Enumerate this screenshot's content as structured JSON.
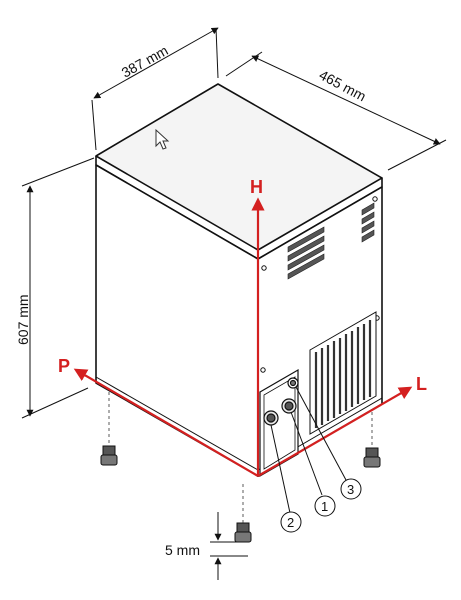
{
  "dimensions": {
    "width": "387 mm",
    "depth": "465 mm",
    "height": "607 mm",
    "foot_adjust": "5 mm"
  },
  "axes": {
    "height_label": "H",
    "left_label": "P",
    "right_label": "L"
  },
  "callouts": [
    "1",
    "2",
    "3"
  ],
  "colors": {
    "axis_red": "#d42020",
    "line": "#111111",
    "body_fill": "#ffffff",
    "top_fill": "#f4f4f4"
  },
  "icons": [
    "cursor-arrow-icon"
  ]
}
